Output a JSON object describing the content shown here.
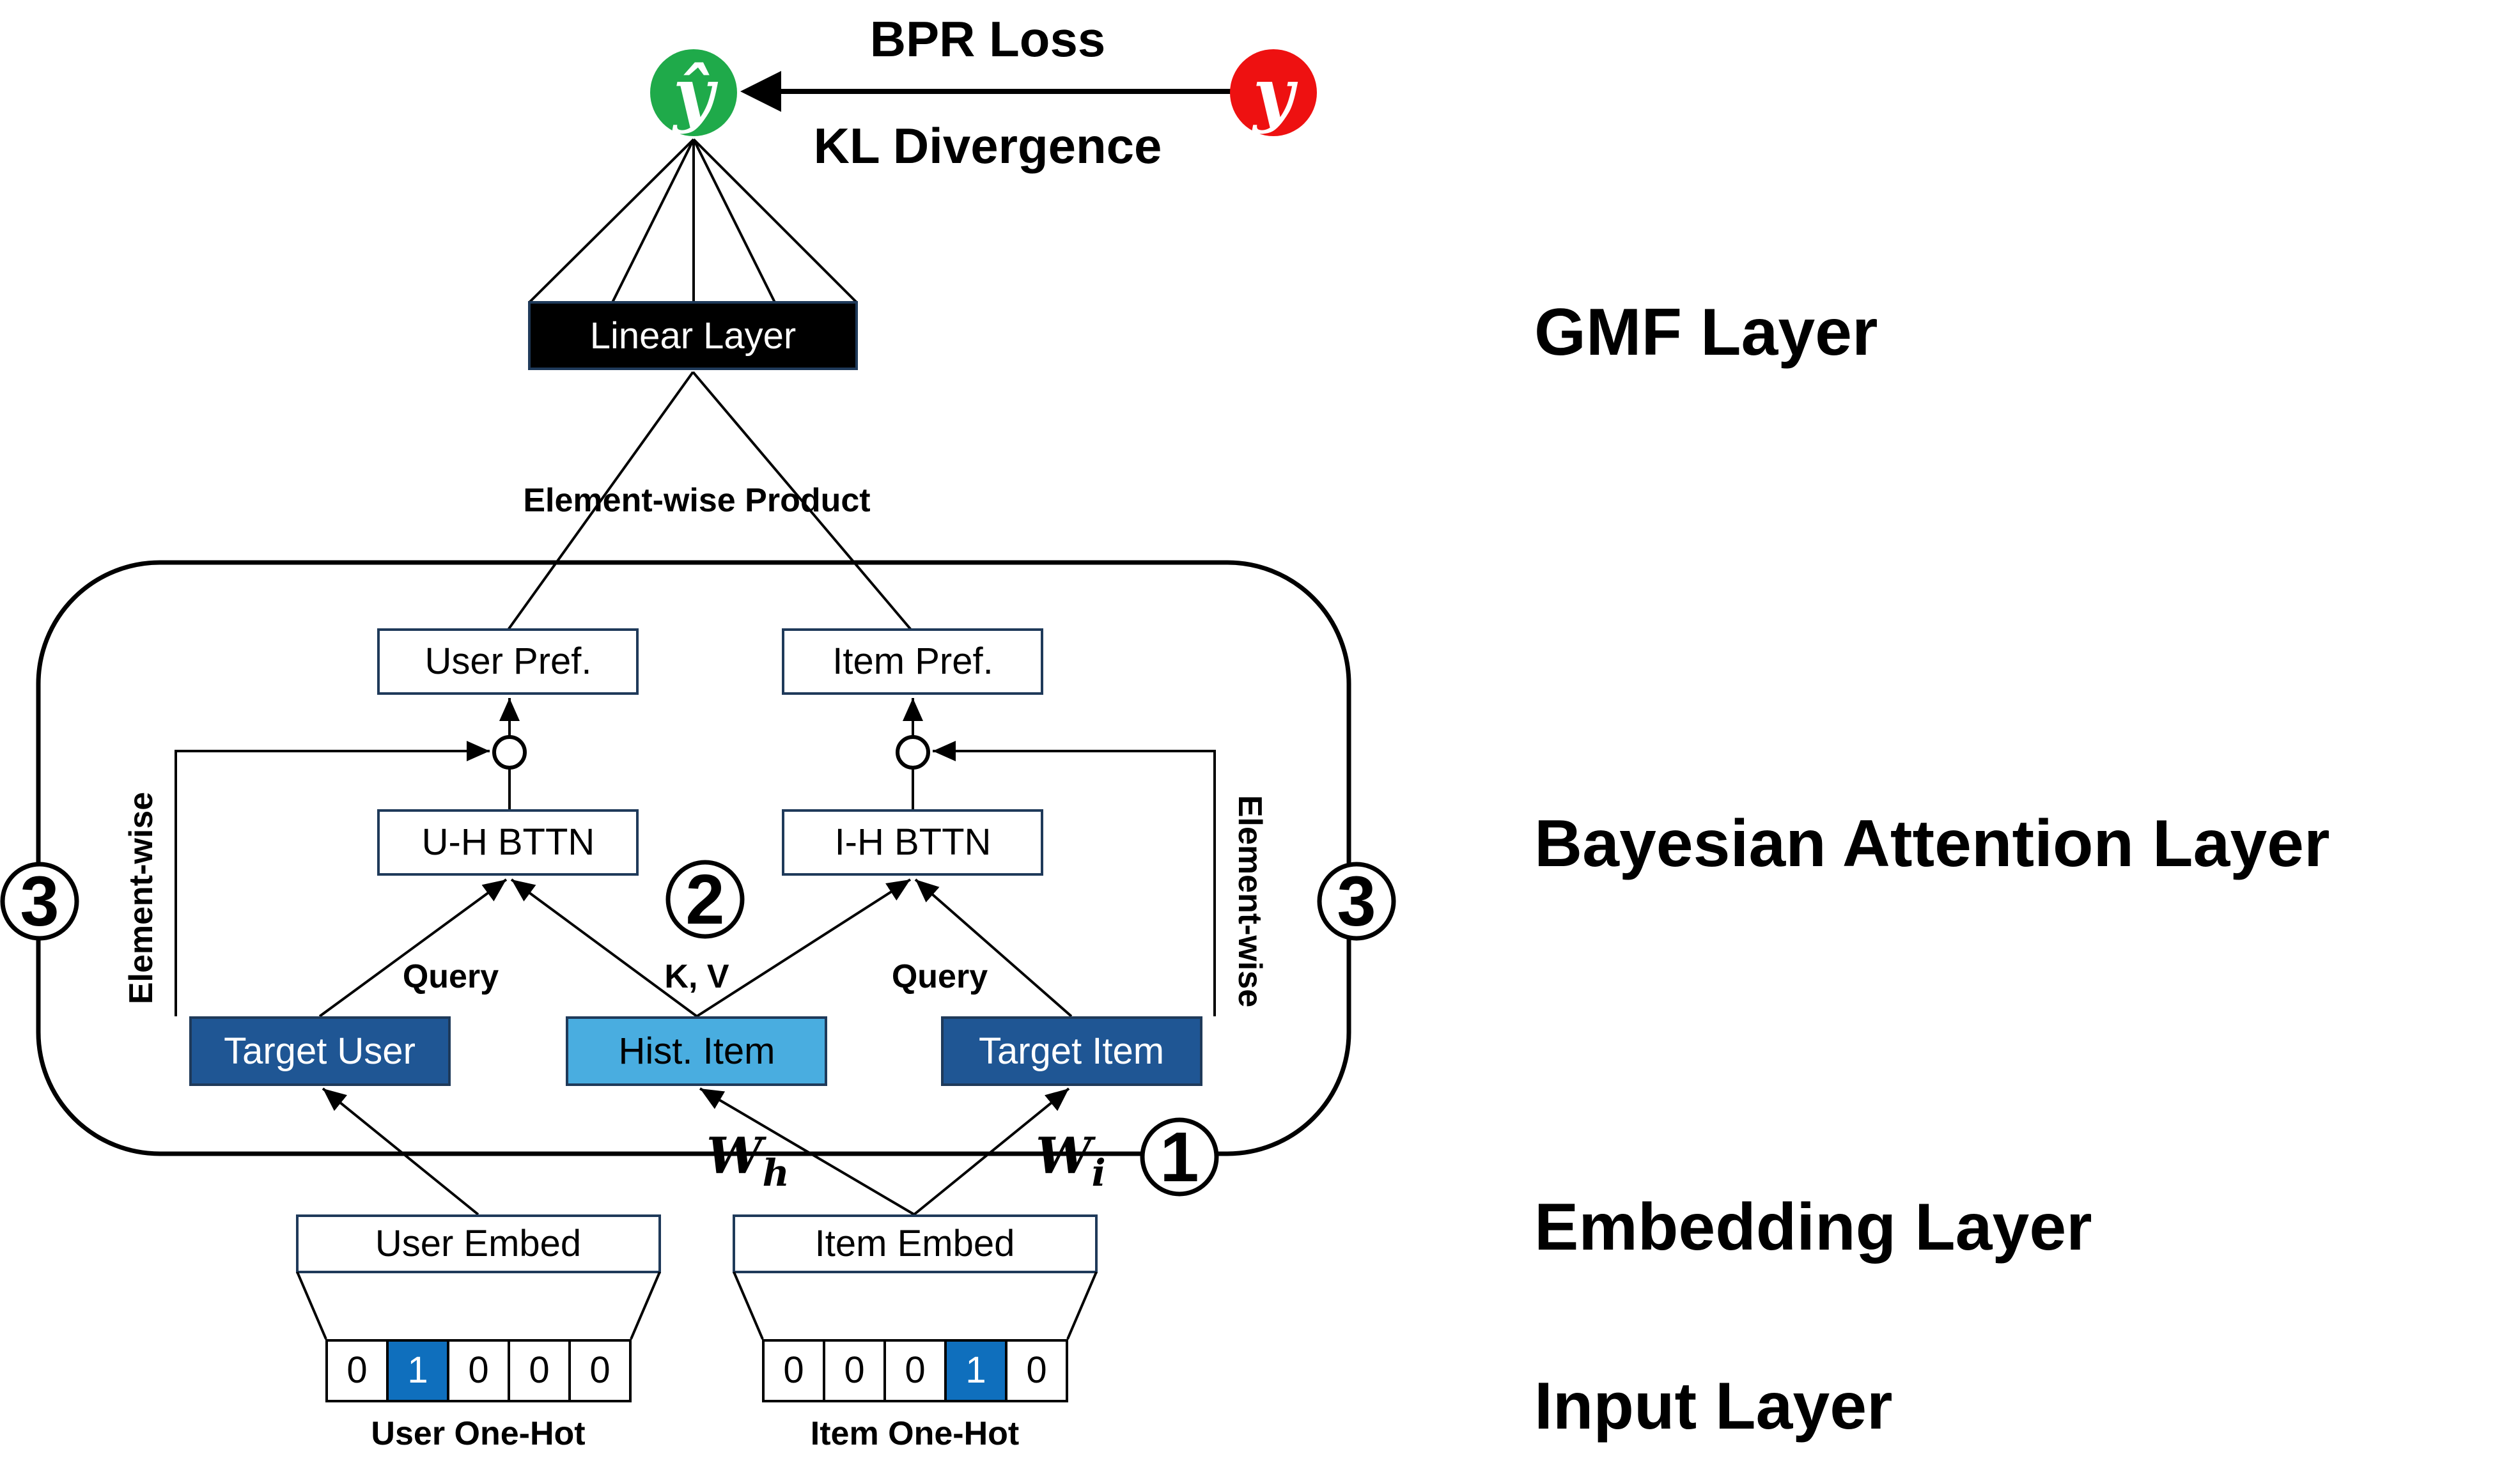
{
  "loss": {
    "top": "BPR Loss",
    "bottom": "KL Divergence",
    "pred_symbol": "ŷ",
    "true_symbol": "y",
    "pred_color": "#1faa4a",
    "true_color": "#ee1111"
  },
  "layers": {
    "gmf": "GMF Layer",
    "attention": "Bayesian Attention Layer",
    "embedding": "Embedding Layer",
    "input": "Input Layer"
  },
  "nodes": {
    "linear": "Linear Layer",
    "element_product": "Element-wise Product",
    "user_pref": "User Pref.",
    "item_pref": "Item Pref.",
    "uh_bttn": "U-H BTTN",
    "ih_bttn": "I-H BTTN",
    "target_user": "Target User",
    "hist_item": "Hist. Item",
    "target_item": "Target Item",
    "user_embed": "User Embed",
    "item_embed": "Item Embed",
    "user_onehot": "User One-Hot",
    "item_onehot": "Item One-Hot"
  },
  "edges": {
    "query_left": "Query",
    "kv": "K, V",
    "query_right": "Query",
    "elementwise_left": "Element-wise",
    "elementwise_right": "Element-wise",
    "wh_main": "W",
    "wh_sub": "h",
    "wi_main": "W",
    "wi_sub": "i"
  },
  "markers": {
    "one": "1",
    "two": "2",
    "three_left": "3",
    "three_right": "3"
  },
  "onehot": {
    "user": [
      "0",
      "1",
      "0",
      "0",
      "0"
    ],
    "item": [
      "0",
      "0",
      "0",
      "1",
      "0"
    ],
    "user_active_index": 1,
    "item_active_index": 3
  },
  "colors": {
    "target_fill": "#1f5694",
    "hist_fill": "#49ade0",
    "onehot_active": "#0f6fbd",
    "linear_fill": "#000000"
  }
}
